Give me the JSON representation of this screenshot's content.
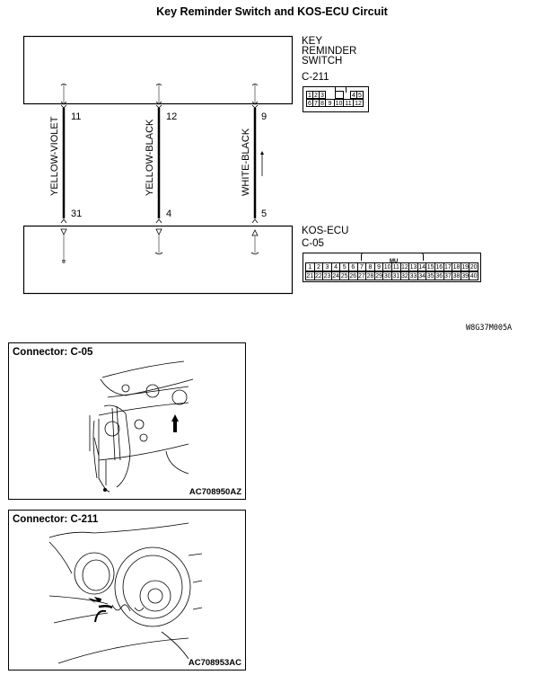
{
  "title": "Key Reminder Switch and KOS-ECU Circuit",
  "top_component": {
    "name_lines": [
      "KEY",
      "REMINDER",
      "SWITCH"
    ],
    "connector": "C-211",
    "connector_pins": {
      "row1": [
        "1",
        "2",
        "3",
        "4",
        "5"
      ],
      "row2": [
        "6",
        "7",
        "8",
        "9",
        "10",
        "11",
        "12"
      ]
    }
  },
  "bottom_component": {
    "name": "KOS-ECU",
    "connector": "C-05",
    "connector_tag": "MU",
    "connector_pins": {
      "row1": [
        "1",
        "2",
        "3",
        "4",
        "5",
        "6",
        "7",
        "8",
        "9",
        "10",
        "11",
        "12",
        "13",
        "14",
        "15",
        "16",
        "17",
        "18",
        "19",
        "20"
      ],
      "row2": [
        "21",
        "22",
        "23",
        "24",
        "25",
        "26",
        "27",
        "28",
        "29",
        "30",
        "31",
        "32",
        "33",
        "34",
        "35",
        "36",
        "37",
        "38",
        "39",
        "40"
      ]
    }
  },
  "wires": [
    {
      "color": "YELLOW-VIOLET",
      "top_pin": "11",
      "bottom_pin": "31"
    },
    {
      "color": "YELLOW-BLACK",
      "top_pin": "12",
      "bottom_pin": "4"
    },
    {
      "color": "WHITE-BLACK",
      "top_pin": "9",
      "bottom_pin": "5"
    }
  ],
  "diagram_code": "W8G37M005A",
  "panels": [
    {
      "title": "Connector: C-05",
      "code": "AC708950AZ"
    },
    {
      "title": "Connector: C-211",
      "code": "AC708953AC"
    }
  ]
}
